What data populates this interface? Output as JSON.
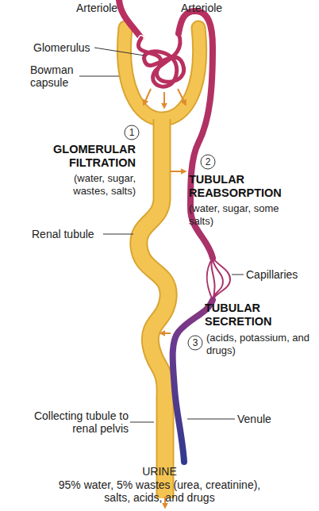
{
  "diagram": {
    "labels": [
      "Arteriole",
      "Arteriole",
      "Glomerulus",
      "Bowman capsule",
      "1",
      "GLOMERULAR FILTRATION",
      "(water, sugar, wastes, salts)",
      "2",
      "TUBULAR REABSORPTION",
      "(water, sugar, some salts)",
      "Renal tubule",
      "Capillaries",
      "TUBULAR SECRETION",
      "3",
      "(acids, potassium, and drugs)",
      "Collecting tubule to renal pelvis",
      "Venule",
      "URINE",
      "95% water, 5% wastes (urea, creatinine), salts, acids, and drugs"
    ]
  }
}
